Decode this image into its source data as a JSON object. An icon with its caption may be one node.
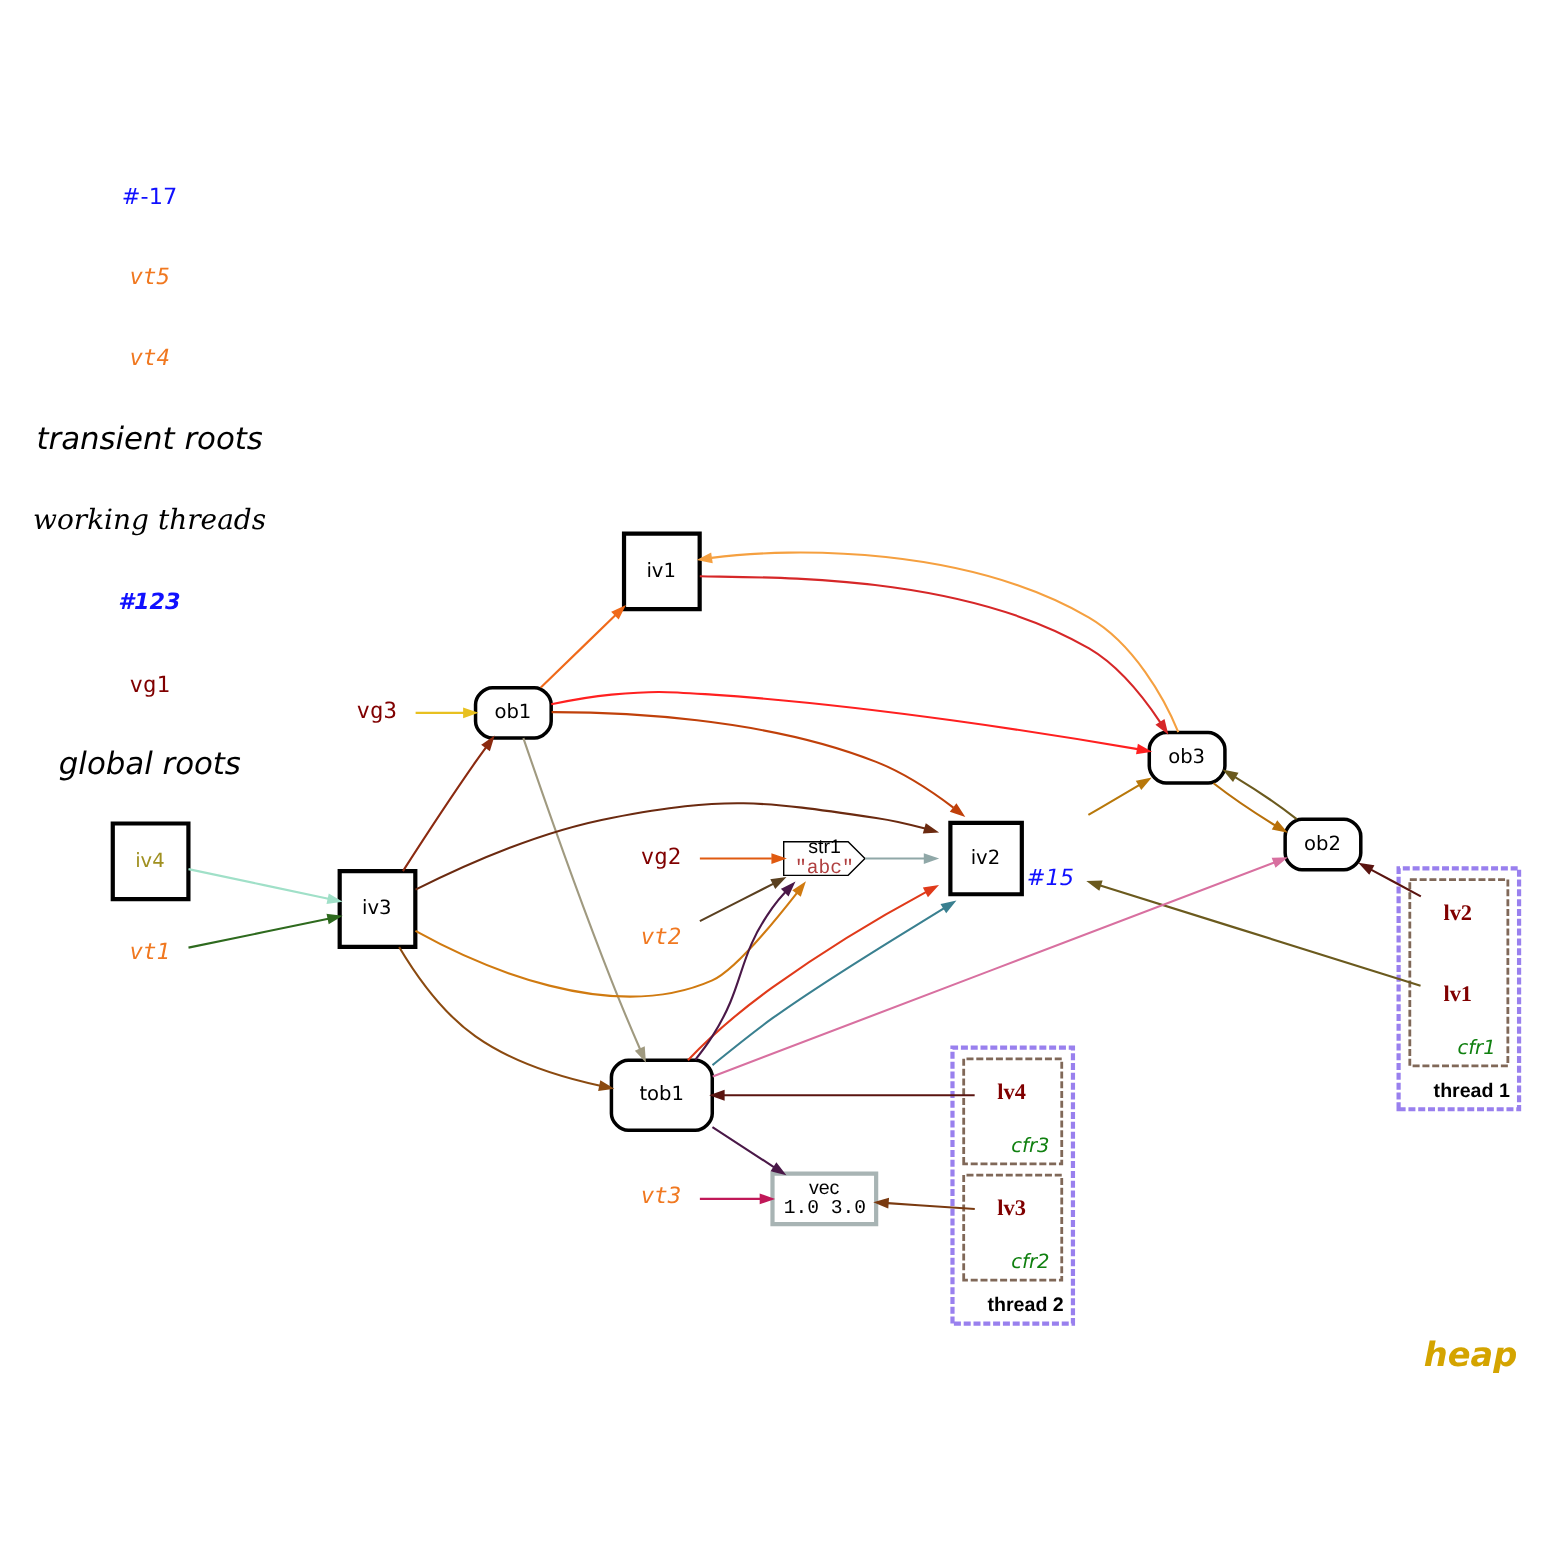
{
  "diagram": {
    "caption": "heap",
    "nodes": [
      {
        "text": [
          "iv1"
        ]
      },
      {
        "text": [
          "ob2"
        ]
      },
      {
        "text": [
          "ob3"
        ]
      },
      {
        "text": [
          "ob1"
        ]
      },
      {
        "text": [
          "vg2"
        ]
      },
      {
        "text": [
          "vg3"
        ]
      },
      {
        "text": [
          "iv2"
        ],
        "beside": [
          "#15"
        ]
      },
      {
        "text": [
          "iv3"
        ]
      },
      {
        "text": [
          "iv4"
        ]
      },
      {
        "text": [
          "tob1"
        ]
      },
      {
        "text": [
          "str1",
          "\"abc\""
        ]
      },
      {
        "text": [
          "vec",
          "1.0 3.0"
        ]
      },
      {
        "text": [
          "vt1"
        ]
      },
      {
        "text": [
          "vt2"
        ]
      },
      {
        "text": [
          "vt3"
        ]
      },
      {
        "text": [
          "thread 1"
        ]
      },
      {
        "text": [
          "cfr1"
        ],
        "in": 15
      },
      {
        "text": [
          "lv2"
        ],
        "in": 16
      },
      {
        "text": [
          "lv1"
        ],
        "in": 16
      },
      {
        "text": [
          "thread 2"
        ]
      },
      {
        "text": [
          "cfr3"
        ],
        "in": 19
      },
      {
        "text": [
          "lv4"
        ],
        "in": 20
      },
      {
        "text": [
          "cfr2"
        ],
        "in": 19
      },
      {
        "text": [
          "lv3"
        ],
        "in": 22
      }
    ],
    "edges": [
      {
        "from": 0,
        "to": 2,
        "arrow": "to",
        "color": "#d62728"
      },
      {
        "from": 2,
        "to": 0,
        "arrow": "to",
        "color": "#f5a040"
      },
      {
        "from": 2,
        "to": 1,
        "arrow": "to",
        "color": "#b8700a"
      },
      {
        "from": 1,
        "to": 2,
        "arrow": "to",
        "color": "#6b5a1e"
      },
      {
        "from": 3,
        "to": 2,
        "arrow": "to",
        "color": "#ff2020"
      },
      {
        "from": 3,
        "to": 0,
        "arrow": "to",
        "color": "#f06a1a"
      },
      {
        "from": 5,
        "to": 3,
        "arrow": "to",
        "color": "#e8c020"
      },
      {
        "from": 7,
        "to": 3,
        "arrow": "to",
        "color": "#8b2a10"
      },
      {
        "from": 3,
        "to": 6,
        "arrow": "to",
        "color": "#c0400a"
      },
      {
        "from": 3,
        "to": 9,
        "arrow": "to",
        "color": "#a09a80"
      },
      {
        "from": 6,
        "to": 2,
        "arrow": "to",
        "color": "#b8780a"
      },
      {
        "from": 9,
        "to": 1,
        "arrow": "to",
        "color": "#d870a0"
      },
      {
        "from": 17,
        "to": 1,
        "arrow": "to",
        "color": "#5a1410"
      },
      {
        "from": 18,
        "to": 6,
        "arrow": "to",
        "color": "#6b5a1e"
      },
      {
        "from": 7,
        "to": 6,
        "arrow": "to",
        "color": "#6b2a10"
      },
      {
        "from": 8,
        "to": 7,
        "arrow": "to",
        "color": "#a0e0c8"
      },
      {
        "from": 12,
        "to": 7,
        "arrow": "to",
        "color": "#2e6a1e"
      },
      {
        "from": 7,
        "to": 9,
        "arrow": "to",
        "color": "#8b4a10"
      },
      {
        "from": 7,
        "to": 10,
        "arrow": "to",
        "color": "#d07a10"
      },
      {
        "from": 10,
        "to": 6,
        "arrow": "to",
        "color": "#90a8a8"
      },
      {
        "from": 9,
        "to": 6,
        "arrow": "to",
        "color": "#3a8090"
      },
      {
        "from": 9,
        "to": 6,
        "arrow": "to",
        "color": "#e03a1a"
      },
      {
        "from": 21,
        "to": 9,
        "arrow": "to",
        "color": "#5a1410"
      },
      {
        "from": 9,
        "to": 10,
        "arrow": "to",
        "color": "#4a1848"
      },
      {
        "from": 9,
        "to": 11,
        "arrow": "to",
        "color": "#4a1848"
      },
      {
        "from": 4,
        "to": 10,
        "arrow": "to",
        "color": "#e05a10"
      },
      {
        "from": 13,
        "to": 10,
        "arrow": "to",
        "color": "#5a4020"
      },
      {
        "from": 14,
        "to": 11,
        "arrow": "to",
        "color": "#c01858"
      },
      {
        "from": 23,
        "to": 11,
        "arrow": "to",
        "color": "#7a3a10"
      }
    ],
    "labels": [
      "global roots",
      "vg1",
      "#123",
      "working threads",
      "transient roots",
      "vt4",
      "vt5",
      "#-17"
    ]
  }
}
